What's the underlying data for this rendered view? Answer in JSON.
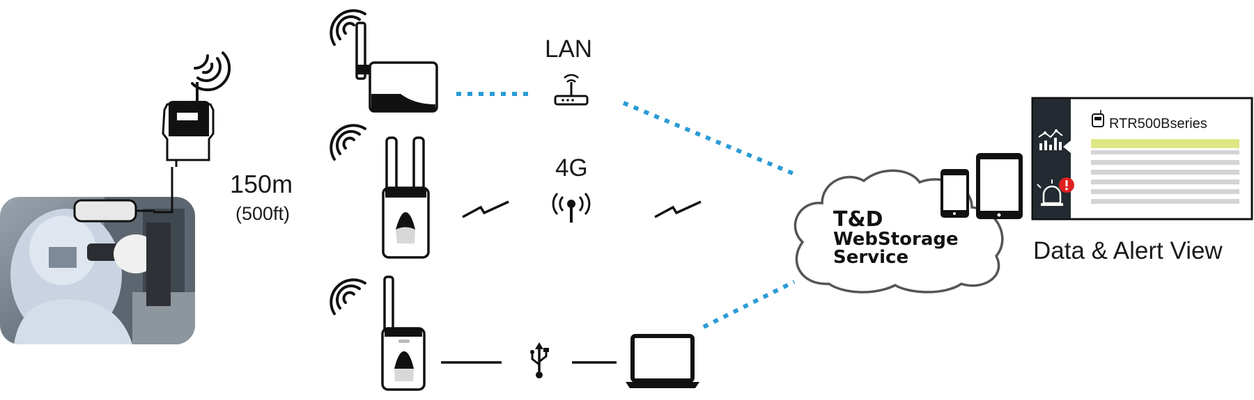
{
  "labels": {
    "distance": "150m",
    "distance_ft": "(500ft)",
    "lan": "LAN",
    "cellular": "4G",
    "cloud_line1": "T&D",
    "cloud_line2": "WebStorage",
    "cloud_line3": "Service",
    "view_caption": "Data & Alert View",
    "app_title": "RTR500Bseries"
  },
  "colors": {
    "dotted_link": "#2b9bd6",
    "app_sidebar": "#232a31",
    "app_highlight_row": "#dde884",
    "app_row_gray": "#d4d4d4",
    "alert_red": "#e02020",
    "device_black": "#111111"
  },
  "icons": [
    "wifi-signal-icon",
    "router-icon",
    "cell-antenna-icon",
    "zigzag-wireless-icon",
    "usb-icon",
    "laptop-icon",
    "smartphone-icon",
    "tablet-icon",
    "chart-icon",
    "alarm-icon"
  ]
}
